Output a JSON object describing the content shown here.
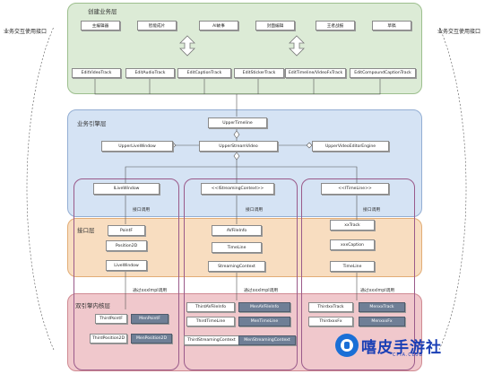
{
  "side_labels": {
    "left": "业务交互使用接口",
    "right": "业务交互使用接口"
  },
  "layers": {
    "creation": {
      "title": "创建业务层",
      "top_boxes": [
        "主编辑器",
        "智能成片",
        "AI故事",
        "封面编辑",
        "王者战报",
        "草稿"
      ],
      "tracks": [
        "EditVideoTrack",
        "EditAudioTrack",
        "EditCaptionTrack",
        "EditStickerTrack",
        "EditTimeline/VideoFxTrack",
        "EditCompoundCaptionTrack"
      ]
    },
    "engine": {
      "title": "业务引擎层",
      "upper_timeline": "UpperTimeline",
      "upper_live_window": "UpperLiveWindow",
      "upper_stream_video": "UpperStreamVideo",
      "upper_video_editor_engine": "UpperVideoEditorEngine",
      "groups": [
        "ILiveWindow",
        "<<IStreamingContext>>",
        "<<ITimeLine>>"
      ]
    },
    "interface": {
      "title": "接口层",
      "call_labels": [
        "接口调用",
        "接口调用",
        "接口调用"
      ],
      "col1": [
        "PointF",
        "Position2D",
        "LiveWindow"
      ],
      "col2": [
        "AVFileInfo",
        "TimeLine",
        "StreamingContext"
      ],
      "col3": [
        "xxTrack",
        "xxxCaption",
        "TimeLine"
      ]
    },
    "dual": {
      "title": "双引擎内核层",
      "impl_labels": [
        "通过xxxImpl调用",
        "通过xxxImpl调用",
        "通过xxxImpl调用"
      ],
      "col1": [
        [
          "ThirdPointF",
          "MenPointF"
        ],
        [
          "ThirdPosition2D",
          "MenPosition2D"
        ]
      ],
      "col2": [
        [
          "ThirdAVFileInfo",
          "MenAVFileInfo"
        ],
        [
          "ThirdTimeLine",
          "MenTimeLine"
        ],
        [
          "ThirdStreamingContext",
          "MenStreamingContext"
        ]
      ],
      "col3": [
        [
          "ThirdxxTrack",
          "MenxxTrack"
        ],
        [
          "ThirdxxxFx",
          "MenxxxFx"
        ]
      ]
    }
  },
  "colors": {
    "creation_fill": "#dcebd6",
    "creation_border": "#9dbf8e",
    "engine_fill": "#d5e3f4",
    "engine_border": "#93aed3",
    "interface_fill": "#f8ddc0",
    "interface_border": "#e2ad76",
    "dual_fill": "#f0c8cc",
    "dual_border": "#cf8a92",
    "logo": "#1a3fb5"
  },
  "watermark": {
    "text": "嘻皮手游社",
    "sub": "CPIA.CLUB"
  }
}
